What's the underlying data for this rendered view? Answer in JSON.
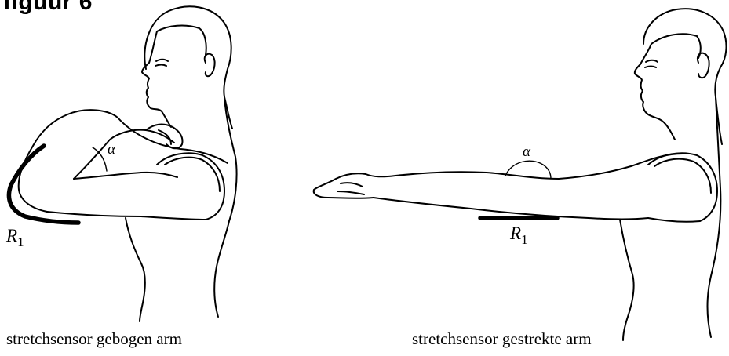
{
  "figure": {
    "title": "figuur 6"
  },
  "left_panel": {
    "caption": "stretchsensor gebogen arm",
    "angle_label": "α",
    "sensor_label": "R",
    "sensor_subscript": "1"
  },
  "right_panel": {
    "caption": "stretchsensor gestrekte arm",
    "angle_label": "α",
    "sensor_label": "R",
    "sensor_subscript": "1"
  }
}
